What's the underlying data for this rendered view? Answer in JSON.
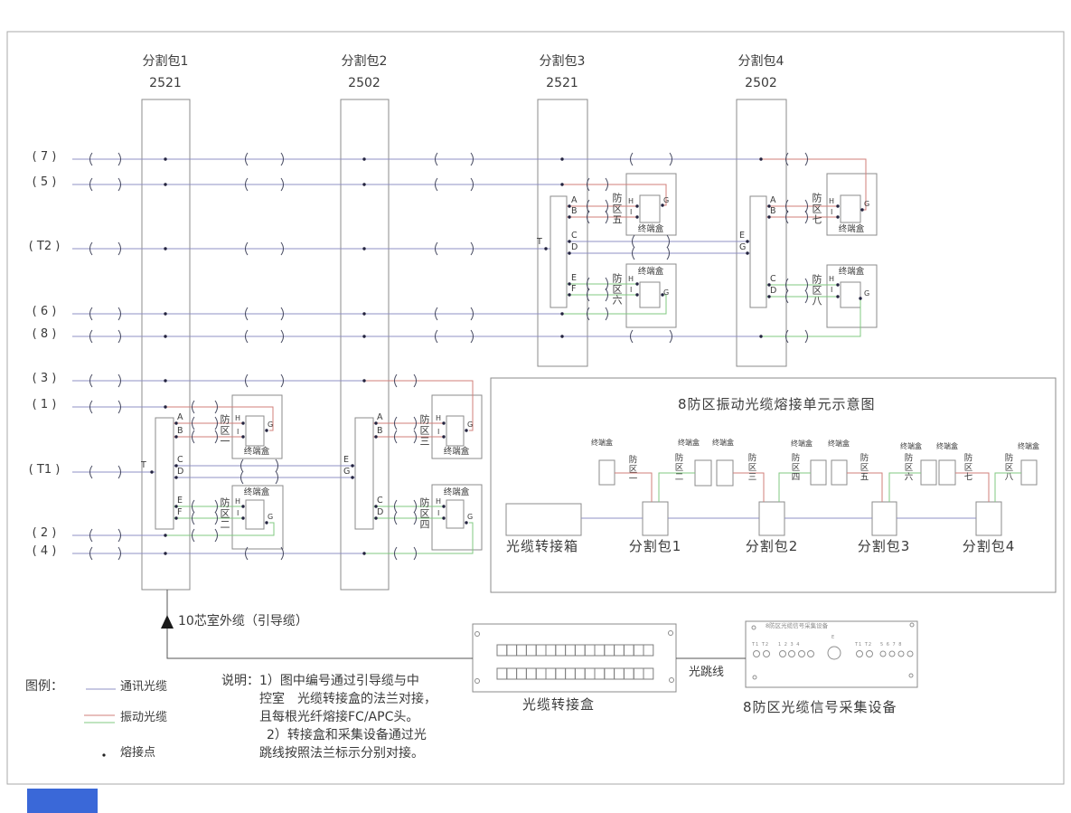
{
  "packages": [
    {
      "name": "分割包1",
      "code": "2521"
    },
    {
      "name": "分割包2",
      "code": "2502"
    },
    {
      "name": "分割包3",
      "code": "2521"
    },
    {
      "name": "分割包4",
      "code": "2502"
    }
  ],
  "fibers": [
    "( 7 )",
    "( 5 )",
    "( T2 )",
    "( 6 )",
    "( 8 )",
    "( 3 )",
    "( 1 )",
    "( T1 )",
    "( 2 )",
    "( 4 )"
  ],
  "ports": {
    "t": "T",
    "a": "A",
    "b": "B",
    "c": "C",
    "d": "D",
    "e": "E",
    "f": "F",
    "g": "G",
    "h": "H",
    "i": "I"
  },
  "zones": [
    "防区一",
    "防区二",
    "防区三",
    "防区四",
    "防区五",
    "防区六",
    "防区七",
    "防区八"
  ],
  "labels": {
    "terminal_box": "终端盒",
    "sub_title": "8防区振动光缆熔接单元示意图",
    "junction_box": "光缆转接箱",
    "patch_panel": "光缆转接盒",
    "patch_cord": "光跳线",
    "collector": "8防区光缆信号采集设备",
    "lead_cable": "10芯室外缆（引导缆）",
    "legend_title": "图例：",
    "legend_comm": "通讯光缆",
    "legend_vib": "振动光缆",
    "legend_splice": "熔接点"
  },
  "notes": [
    "说明：1）图中编号通过引导缆与中",
    "控室　光缆转接盒的法兰对接，",
    "且每根光纤熔接FC/APC头。",
    "2）转接盒和采集设备通过光",
    "跳线按照法兰标示分别对接。"
  ],
  "device_panel": {
    "title": "8防区光缆信号采集设备",
    "g1": "T1 T2",
    "g2": "1 2 3 4",
    "center": "E",
    "g3": "T1 T2",
    "g4": "5 6 7 8"
  },
  "colors": {
    "comm": "#8f90c4",
    "vib_red": "#d27f7a",
    "vib_green": "#80ca80"
  }
}
